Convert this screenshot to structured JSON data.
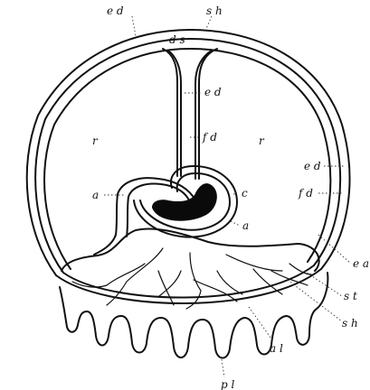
{
  "figure": {
    "labels": {
      "ed_top": "e d",
      "sh_top": "s h",
      "ds": "d s",
      "ed_stalk": "e d",
      "fd_stalk": "f d",
      "r_left": "r",
      "r_right": "r",
      "a_left": "a",
      "c": "c",
      "a_lower": "a",
      "ed_right": "e d",
      "fd_right": "f d",
      "ea": "e a",
      "st": "s t",
      "sh_right": "s h",
      "al": "a l",
      "pl": "p l"
    }
  }
}
